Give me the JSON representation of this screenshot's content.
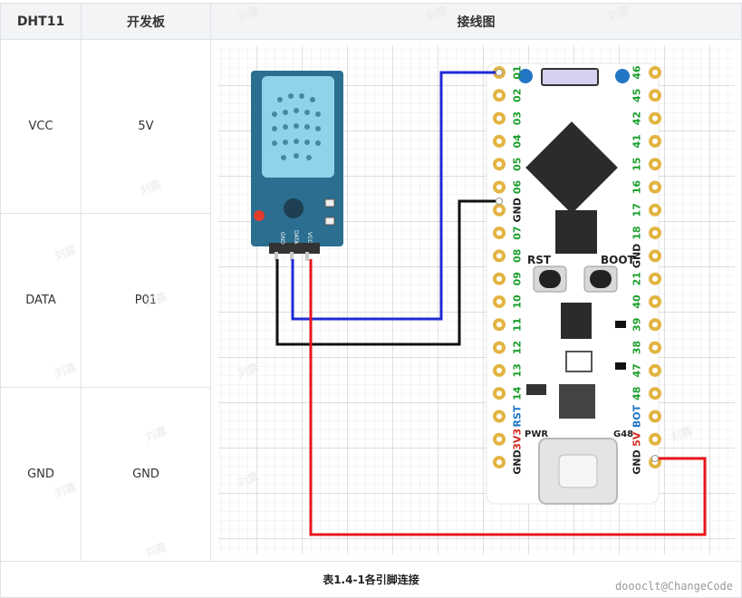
{
  "table": {
    "headers": [
      "DHT11",
      "开发板",
      "接线图"
    ],
    "rows": [
      {
        "sensor": "VCC",
        "board": "5V"
      },
      {
        "sensor": "DATA",
        "board": "P01"
      },
      {
        "sensor": "GND",
        "board": "GND"
      }
    ],
    "caption": "表1.4-1各引脚连接"
  },
  "watermark": "刘露",
  "credit": "doooclt@ChangeCode",
  "sensor": {
    "pin_labels": [
      "GND",
      "DATA",
      "VCC"
    ]
  },
  "board": {
    "left_pins": [
      "01",
      "02",
      "03",
      "04",
      "05",
      "06",
      "GND",
      "07",
      "08",
      "09",
      "10",
      "11",
      "12",
      "13",
      "14",
      "RST",
      "3V3",
      "GND"
    ],
    "right_pins": [
      "46",
      "45",
      "42",
      "41",
      "15",
      "16",
      "17",
      "18",
      "GND",
      "21",
      "40",
      "39",
      "38",
      "47",
      "48",
      "BOT",
      "5V",
      "GND"
    ],
    "buttons": [
      "RST",
      "BOOT"
    ],
    "chip_labels": [
      "PWR",
      "G48"
    ]
  },
  "colors": {
    "vcc_wire": "#e8141b",
    "data_wire": "#1f2bd6",
    "gnd_wire": "#111111",
    "sensor_body": "#2b6e8f",
    "sensor_cap": "#8fd3ea",
    "pin_gold": "#e2b441",
    "pin_label_green": "#1a9e2b",
    "pin_label_blue": "#2276c4",
    "pin_label_red": "#d42a1f"
  }
}
